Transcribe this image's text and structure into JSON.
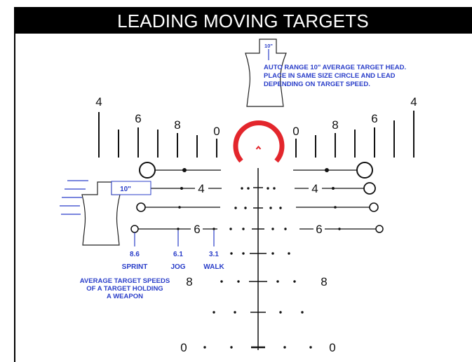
{
  "title": "LEADING MOVING TARGETS",
  "colors": {
    "accent": "#e3262c",
    "annotation": "#2a3ec9",
    "reticle": "#111111",
    "title_bg": "#000000"
  },
  "top_target": {
    "head_label": "10\"",
    "note_lines": [
      "AUTO RANGE 10\" AVERAGE TARGET HEAD.",
      "PLACE IN SAME SIZE CIRCLE AND LEAD",
      "DEPENDING ON TARGET SPEED."
    ]
  },
  "hash_labels": {
    "left": [
      "4",
      "6",
      "8",
      "0"
    ],
    "right": [
      "0",
      "8",
      "6",
      "4"
    ]
  },
  "lead_labels": {
    "row2": "4",
    "row4": "6",
    "row7_left": "8",
    "row7_right": "8",
    "bottom_left": "0",
    "bottom_right": "0"
  },
  "moving_target": {
    "head_label": "10\""
  },
  "speeds": [
    {
      "value": "8.6",
      "label": "SPRINT"
    },
    {
      "value": "6.1",
      "label": "JOG"
    },
    {
      "value": "3.1",
      "label": "WALK"
    }
  ],
  "speed_caption": [
    "AVERAGE TARGET SPEEDS",
    "OF A TARGET HOLDING",
    "A WEAPON"
  ]
}
